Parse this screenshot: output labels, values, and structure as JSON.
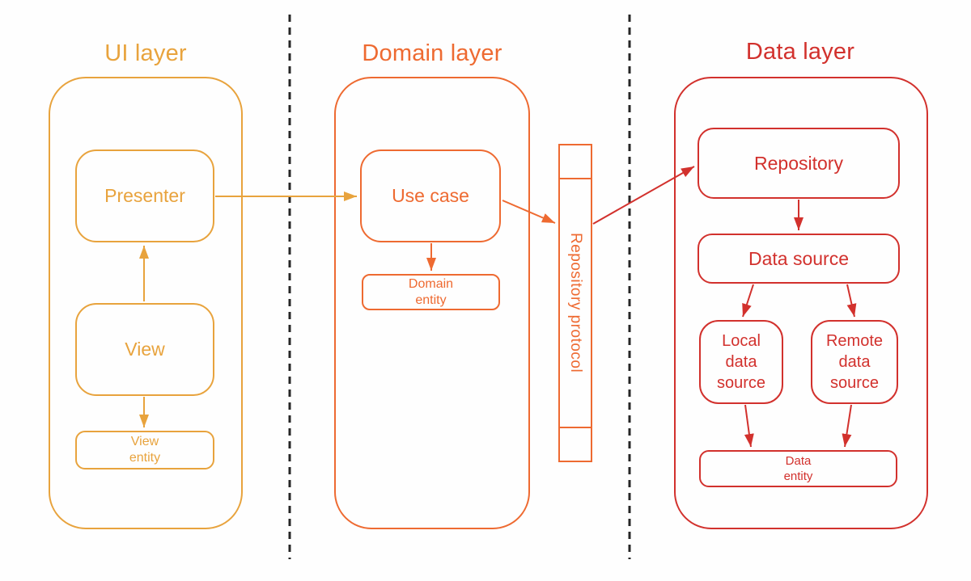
{
  "colors": {
    "ui_layer": "#E8A33D",
    "domain_layer": "#EE6A31",
    "data_layer": "#D2312D",
    "separator": "#262626",
    "background": "#fefefe"
  },
  "ui_layer": {
    "title": "UI layer",
    "presenter": "Presenter",
    "view": "View",
    "view_entity": "View\nentity"
  },
  "domain_layer": {
    "title": "Domain layer",
    "use_case": "Use case",
    "domain_entity": "Domain\nentity",
    "repository_protocol": "Repository protocol"
  },
  "data_layer": {
    "title": "Data layer",
    "repository": "Repository",
    "data_source": "Data source",
    "local_data_source": "Local\ndata\nsource",
    "remote_data_source": "Remote\ndata\nsource",
    "data_entity": "Data\nentity"
  },
  "connections": [
    {
      "from": "View",
      "to": "Presenter"
    },
    {
      "from": "View",
      "to": "View entity"
    },
    {
      "from": "Presenter",
      "to": "Use case"
    },
    {
      "from": "Use case",
      "to": "Domain entity"
    },
    {
      "from": "Use case",
      "to": "Repository protocol"
    },
    {
      "from": "Repository protocol",
      "to": "Repository"
    },
    {
      "from": "Repository",
      "to": "Data source"
    },
    {
      "from": "Data source",
      "to": "Local data source"
    },
    {
      "from": "Data source",
      "to": "Remote data source"
    },
    {
      "from": "Local data source",
      "to": "Data entity"
    },
    {
      "from": "Remote data source",
      "to": "Data entity"
    }
  ]
}
